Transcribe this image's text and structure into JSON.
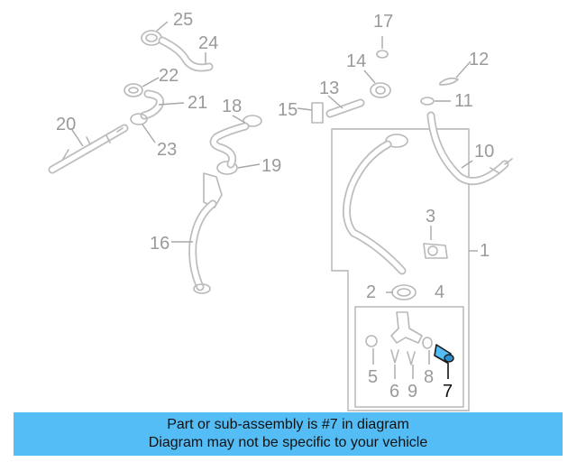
{
  "callouts": [
    "1",
    "2",
    "3",
    "4",
    "5",
    "6",
    "7",
    "8",
    "9",
    "10",
    "11",
    "12",
    "13",
    "14",
    "15",
    "16",
    "17",
    "18",
    "19",
    "20",
    "21",
    "22",
    "23",
    "24",
    "25"
  ],
  "highlighted_callout": "7",
  "highlight_color": "#55bdf5",
  "banner": {
    "line1": "Part or sub-assembly is #7 in diagram",
    "line2": "Diagram may not be specific to your vehicle"
  }
}
